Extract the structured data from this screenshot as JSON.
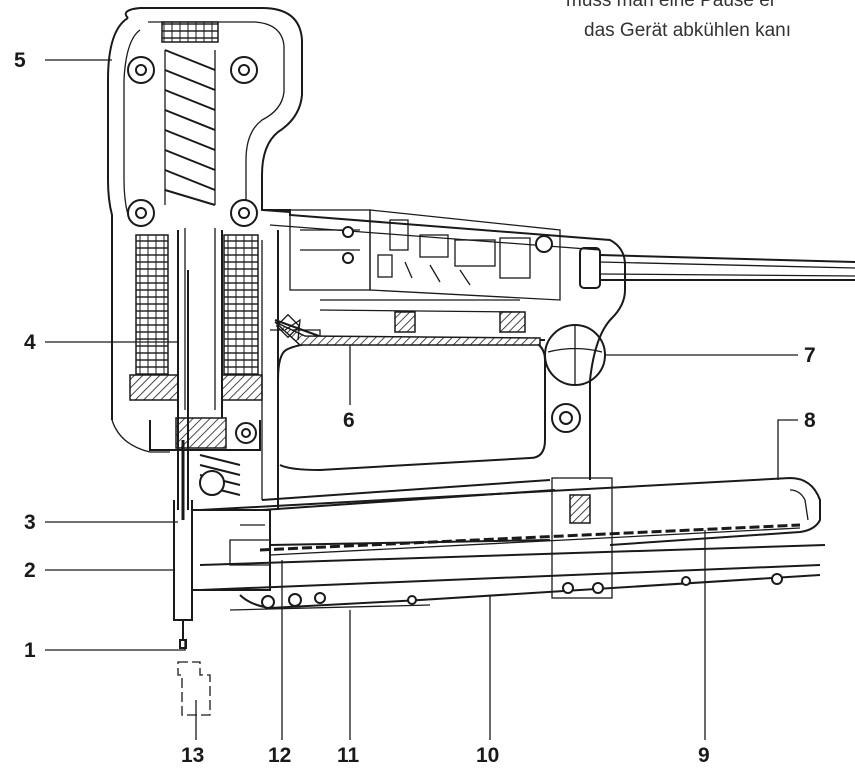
{
  "top_text": {
    "line1": "muss man eine Pause ei",
    "line2": "das Gerät abkühlen kanı"
  },
  "callouts": [
    "1",
    "2",
    "3",
    "4",
    "5",
    "6",
    "7",
    "8",
    "9",
    "10",
    "11",
    "12",
    "13"
  ]
}
